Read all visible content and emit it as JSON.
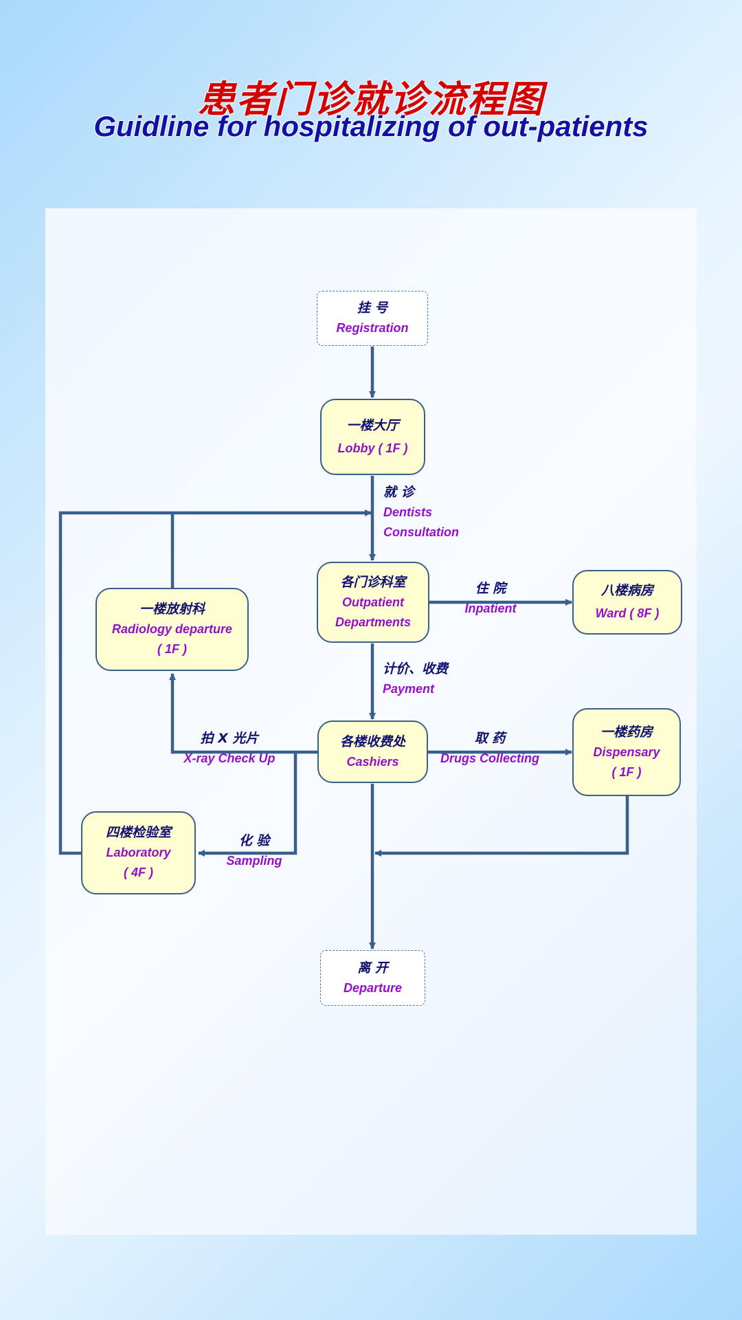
{
  "title": {
    "cn": "患者门诊就诊流程图",
    "en": "Guidline for hospitalizing of out-patients"
  },
  "nodes": {
    "registration": {
      "cn": "挂  号",
      "en": "Registration"
    },
    "lobby": {
      "cn": "一楼大厅",
      "en": "Lobby ( 1F )"
    },
    "outpatient": {
      "cn": "各门诊科室",
      "en1": "Outpatient",
      "en2": "Departments"
    },
    "ward": {
      "cn": "八楼病房",
      "en": "Ward ( 8F )"
    },
    "radiology": {
      "cn": "一楼放射科",
      "en1": "Radiology departure",
      "en2": "( 1F )"
    },
    "cashiers": {
      "cn": "各楼收费处",
      "en": "Cashiers"
    },
    "dispensary": {
      "cn": "一楼药房",
      "en1": "Dispensary",
      "en2": "( 1F )"
    },
    "laboratory": {
      "cn": "四楼检验室",
      "en1": "Laboratory",
      "en2": "( 4F )"
    },
    "departure": {
      "cn": "离  开",
      "en": "Departure"
    }
  },
  "edge_labels": {
    "consultation": {
      "cn": "就  诊",
      "en1": "Dentists",
      "en2": "Consultation"
    },
    "inpatient": {
      "cn": "住  院",
      "en": "Inpatient"
    },
    "payment": {
      "cn": "计价、收费",
      "en": "Payment"
    },
    "xray": {
      "cn": "拍 X 光片",
      "en": "X-ray Check Up"
    },
    "drugs": {
      "cn": "取  药",
      "en": "Drugs Collecting"
    },
    "sampling": {
      "cn": "化  验",
      "en": "Sampling"
    }
  },
  "colors": {
    "title_cn": "#d40000",
    "title_en": "#1111a6",
    "node_fill": "#fefed0",
    "node_border": "#3b5f8c",
    "connector": "#3b5f8c",
    "text_cn": "#101070",
    "text_en": "#9410c8"
  }
}
